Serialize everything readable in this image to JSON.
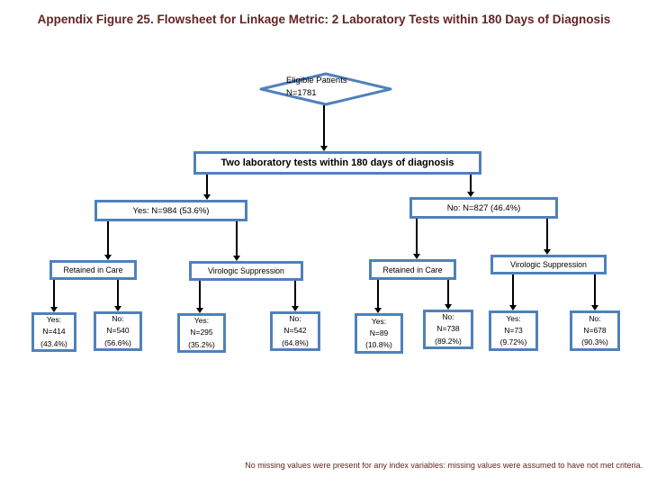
{
  "title": "Appendix Figure 25. Flowsheet for Linkage Metric: 2 Laboratory Tests within 180 Days of Diagnosis",
  "colors": {
    "accent_border": "#4f81bd",
    "title_text": "#632423",
    "connector": "#000000"
  },
  "flowchart": {
    "start": {
      "label": "Eligible Patients",
      "value": "N=1781"
    },
    "criterion": {
      "label": "Two laboratory tests within 180 days of diagnosis"
    },
    "yes_branch": {
      "label": "Yes: N=984 (53.6%)"
    },
    "no_branch": {
      "label": "No: N=827 (46.4%)"
    },
    "measures": {
      "retained_left": {
        "label": "Retained in Care"
      },
      "virologic_left": {
        "label": "Virologic Suppression"
      },
      "retained_right": {
        "label": "Retained in Care"
      },
      "virologic_right": {
        "label": "Virologic Suppression"
      }
    },
    "leaves": [
      {
        "answer": "Yes:",
        "n": "N=414",
        "pct": "(43.4%)"
      },
      {
        "answer": "No:",
        "n": "N=540",
        "pct": "(56.6%)"
      },
      {
        "answer": "Yes:",
        "n": "N=295",
        "pct": "(35.2%)"
      },
      {
        "answer": "No:",
        "n": "N=542",
        "pct": "(64.8%)"
      },
      {
        "answer": "Yes:",
        "n": "N=89",
        "pct": "(10.8%)"
      },
      {
        "answer": "No:",
        "n": "N=738",
        "pct": "(89.2%)"
      },
      {
        "answer": "Yes:",
        "n": "N=73",
        "pct": "(9.72%)"
      },
      {
        "answer": "No:",
        "n": "N=678",
        "pct": "(90.3%)"
      }
    ]
  },
  "footnote": "No missing values were present for any index variables: missing values were assumed to have not met criteria."
}
